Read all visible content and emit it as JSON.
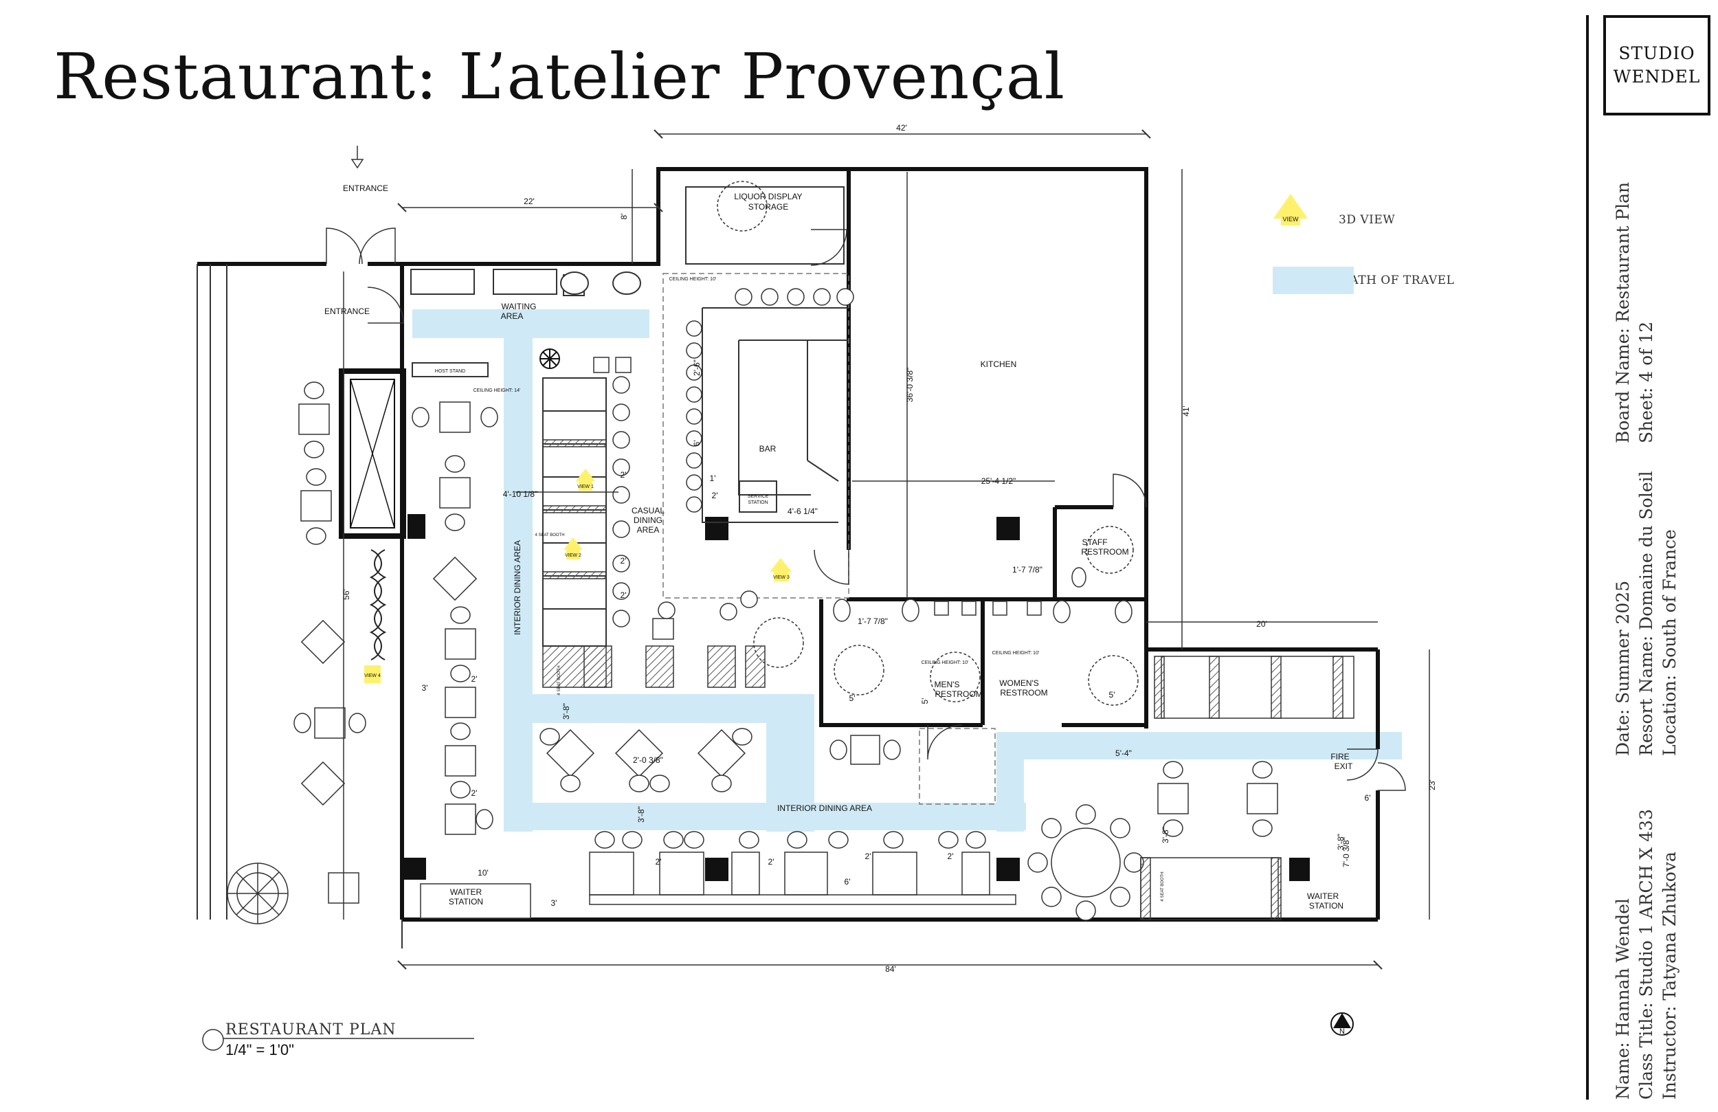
{
  "title": "Restaurant: L’atelier Provençal",
  "logo": {
    "line1": "STUDIO",
    "line2": "WENDEL"
  },
  "legend": {
    "view": "3D VIEW",
    "view_marker": "VIEW",
    "path": "PATH OF TRAVEL"
  },
  "title_block": {
    "col1": [
      "Name: Hannah Wendel",
      "Class Title: Studio 1 ARCH X 433",
      "Instructor: Tatyana Zhukova"
    ],
    "col2": [
      "Date: Summer 2025",
      "Resort Name: Domaine du Soleil",
      "Location: South of France"
    ],
    "col3": [
      "Board Name: Restaurant Plan",
      "Sheet: 4 of 12"
    ]
  },
  "plan_caption": {
    "title": "RESTAURANT PLAN",
    "scale": "1/4\" = 1'0\""
  },
  "north": "N",
  "rooms": {
    "entrance_outside": "ENTRANCE",
    "entrance": "ENTRANCE",
    "waiting": "WAITING",
    "waiting_area": "AREA",
    "host_stand": "HOST STAND",
    "ceiling_14": "CEILING HEIGHT: 14'",
    "ceiling_10a": "CEILING HEIGHT: 10'",
    "ceiling_10b": "CEILING HEIGHT: 10'",
    "ceiling_10c": "CEILING HEIGHT: 10'",
    "liquor_1": "LIQUOR DISPLAY",
    "liquor_2": "STORAGE",
    "kitchen": "KITCHEN",
    "bar": "BAR",
    "service_1": "SERVICE",
    "service_2": "STATION",
    "casual_1": "CASUAL",
    "casual_2": "DINING",
    "casual_3": "AREA",
    "staff_1": "STAFF",
    "staff_2": "RESTROOM",
    "mens_1": "MEN'S",
    "mens_2": "RESTROOM",
    "womens_1": "WOMEN'S",
    "womens_2": "RESTROOM",
    "interior_vertical": "INTERIOR DINING AREA",
    "interior_horizontal": "INTERIOR DINING AREA",
    "fire_1": "FIRE",
    "fire_2": "EXIT",
    "waiter_1": "WAITER",
    "waiter_2": "STATION",
    "waiter_r1": "WAITER",
    "waiter_r2": "STATION",
    "booth_1": "4 SEAT BOOTH",
    "booth_2": "4 SEAT BOOTH",
    "booth_3": "4 SEAT BOOTH",
    "view_1": "VIEW 1",
    "view_2": "VIEW 2",
    "view_3": "VIEW 3",
    "view_4": "VIEW 4"
  },
  "dimensions": {
    "d42": "42'",
    "d22": "22'",
    "d8": "8'",
    "d41": "41'",
    "d56": "56'",
    "d84": "84'",
    "d20": "20'",
    "d23": "23'",
    "d36": "36'-0 3/8\"",
    "d25": "25'-4 1/2\"",
    "d4_10": "4'-10 1/8\"",
    "d4_6": "4'-6 1/4\"",
    "d1_7a": "1'-7 7/8\"",
    "d1_7b": "1'-7 7/8\"",
    "d5_4": "5'-4\"",
    "d2_0": "2'-0 3/8\"",
    "d3_8a": "3'-8\"",
    "d3_8b": "3'-8\"",
    "d3_8c": "3'-8\"",
    "d3_8d": "3'-8\"",
    "d2_6": "2'-6\"",
    "d6a": "6'",
    "d10": "10'",
    "d3a": "3'",
    "d3b": "3'",
    "d5a": "5'",
    "d5b": "5'",
    "d5c": "5'",
    "d1a": "1'",
    "d2a": "2'",
    "d2b": "2'",
    "d2c": "2'",
    "d2d": "2'",
    "d2e": "2'",
    "d2f": "2'",
    "d2g": "2'",
    "d2h": "2'",
    "d2i": "2'",
    "d2j": "2'",
    "d6b": "6'",
    "d7_0": "7'-0 3/8\"",
    "d6c": "6'"
  },
  "colors": {
    "path_of_travel": "#cfeaf6",
    "view_marker": "#fff16b",
    "wall": "#111111",
    "line": "#444444"
  }
}
